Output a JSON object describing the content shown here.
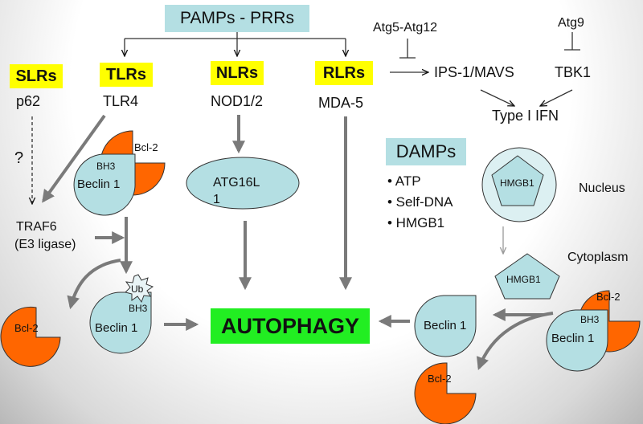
{
  "title": "PAMPs - PRRs",
  "receptors": {
    "slrs": "SLRs",
    "slrs_sub": "p62",
    "tlrs": "TLRs",
    "tlrs_sub": "TLR4",
    "nlrs": "NLRs",
    "nlrs_sub": "NOD1/2",
    "rlrs": "RLRs",
    "rlrs_sub": "MDA-5"
  },
  "signaling": {
    "atg5_atg12": "Atg5-Atg12",
    "atg9": "Atg9",
    "ips1_mavs": "IPS-1/MAVS",
    "tbk1": "TBK1",
    "type1_ifn": "Type I IFN"
  },
  "question_mark": "?",
  "traf6": {
    "line1": "TRAF6",
    "line2": "(E3 ligase)"
  },
  "atg16l1": {
    "line1": "ATG16L",
    "line2": "1"
  },
  "damps": {
    "title": "DAMPs",
    "items": [
      "• ATP",
      "• Self-DNA",
      "• HMGB1"
    ]
  },
  "labels": {
    "bcl2": "Bcl-2",
    "bh3": "BH3",
    "beclin1": "Beclin 1",
    "ub": "Ub",
    "hmgb1": "HMGB1",
    "nucleus": "Nucleus",
    "cytoplasm": "Cytoplasm"
  },
  "autophagy": "AUTOPHAGY",
  "colors": {
    "light_blue": "#b4dfe3",
    "yellow": "#ffff00",
    "orange": "#ff6600",
    "green": "#22ee22",
    "arrow_gray": "#7a7a7a"
  }
}
